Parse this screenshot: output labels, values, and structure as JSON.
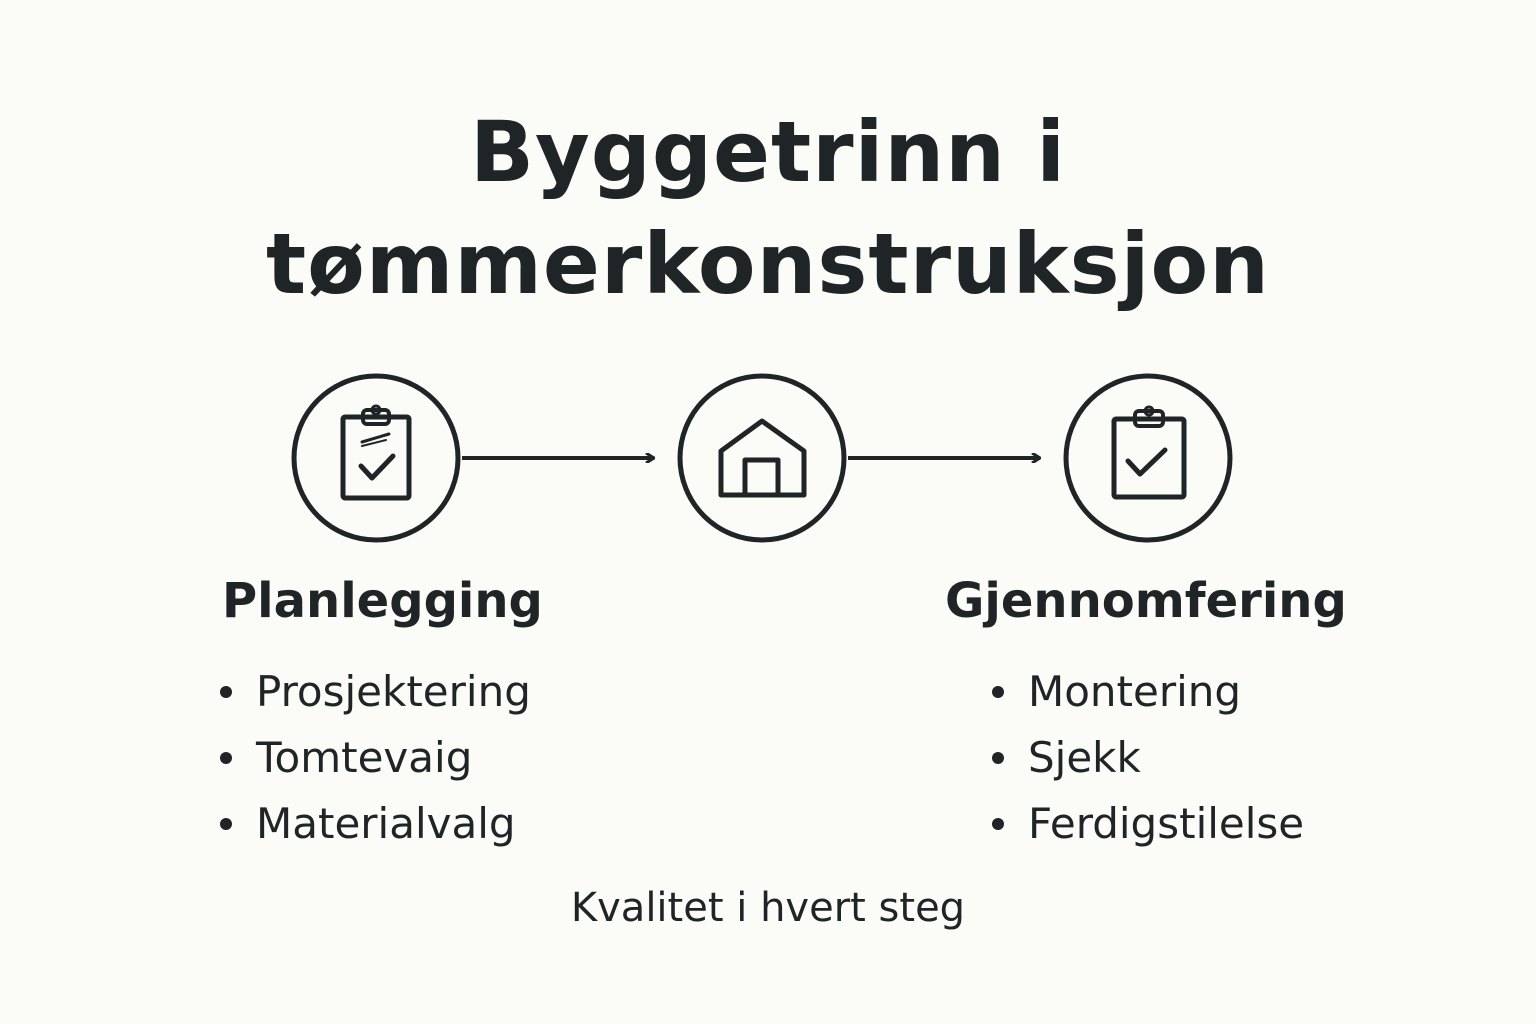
{
  "title": {
    "line1": "Byggetrinn i",
    "line2": "tømmerkonstruksjon"
  },
  "steps": [
    {
      "icon": "clipboard-check-icon"
    },
    {
      "icon": "house-icon"
    },
    {
      "icon": "clipboard-check-icon"
    }
  ],
  "planning": {
    "heading": "Planlegging",
    "items": [
      "Prosjektering",
      "Tomtevaig",
      "Materialvalg"
    ]
  },
  "execution": {
    "heading": "Gjennomfering",
    "items": [
      "Montering",
      "Sjekk",
      "Ferdigstilelse"
    ]
  },
  "footer": "Kvalitet i hvert steg",
  "colors": {
    "background": "#fbfbf7",
    "ink": "#1f2426"
  }
}
